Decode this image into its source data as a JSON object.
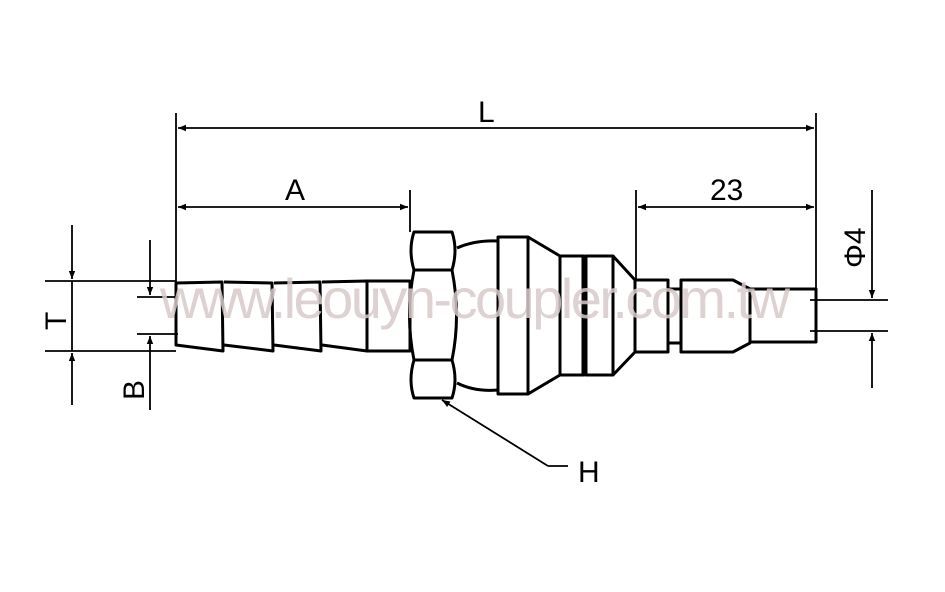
{
  "drawing": {
    "dimensions": {
      "overall_length": "L",
      "barb_length": "A",
      "plug_length": "23",
      "hose_barb_diameter": "T",
      "bore": "B",
      "plug_diameter": "Φ4",
      "hex": "H"
    },
    "watermark": "www.leouyn-coupler.com.tw",
    "colors": {
      "line": "#000000",
      "watermark": "#d8caca"
    }
  }
}
